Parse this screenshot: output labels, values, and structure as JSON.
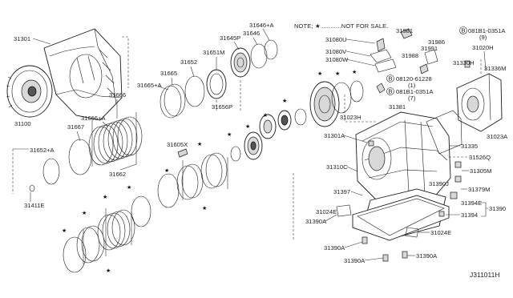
{
  "note": {
    "prefix": "NOTE;",
    "star": "★",
    "text": "...........NOT FOR SALE."
  },
  "reference_code": "J311011H",
  "labels": {
    "p31301": "31301",
    "p31100": "31100",
    "p31646a": "31646+A",
    "p31646": "31646",
    "p31645p": "31645P",
    "p31651m": "31651M",
    "p31652": "31652",
    "p31665a": "31665+A",
    "p31665": "31665",
    "p31656p": "31656P",
    "p31666": "31666",
    "p31666a": "31666+A",
    "p31667": "31667",
    "p31652a": "31652+A",
    "p31662": "31662",
    "p31605x": "31605X",
    "p31411e": "31411E",
    "p31080u": "31080U",
    "p31080v": "31080V",
    "p31080w": "31080W",
    "p31981": "31981",
    "p31986": "31986",
    "p31991": "31991",
    "p31988": "31988",
    "p081b1a": "081B1-0351A",
    "p081b1a_qty": "(9)",
    "p31020h": "31020H",
    "p31330h": "31330H",
    "p31336m": "31336M",
    "p08120": "08120-61228",
    "p08120_qty": "(1)",
    "p081b1b": "081B1-0351A",
    "p081b1b_qty": "(7)",
    "p31023h": "31023H",
    "p31381": "31381",
    "p31301a": "31301A",
    "p31023a": "31023A",
    "p31335": "31335",
    "p31526q": "31526Q",
    "p31305m": "31305M",
    "p31310c": "31310C",
    "p31390j": "31390J",
    "p31379m": "31379M",
    "p31397": "31397",
    "p31394e": "31394E",
    "p31390": "31390",
    "p31024e_l": "31024E",
    "p31394": "31394",
    "p31390a_l": "31390A",
    "p31024e_r": "31024E",
    "p31390a_b1": "31390A",
    "p31390a_b2": "31390A",
    "p31390a_b3": "31390A",
    "circle_b": "B"
  }
}
